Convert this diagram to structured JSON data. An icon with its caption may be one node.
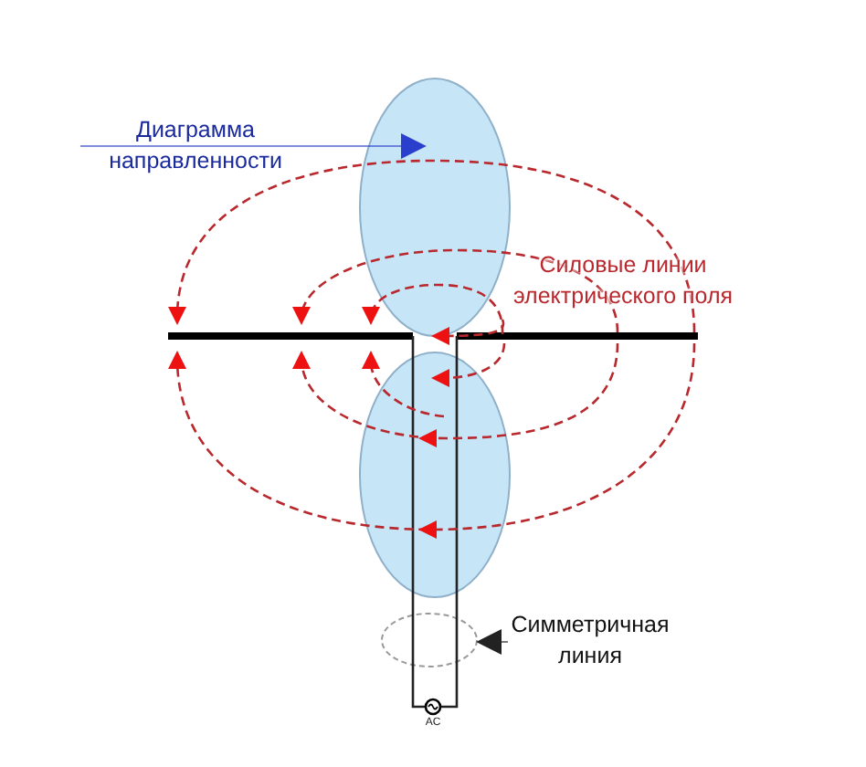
{
  "diagram": {
    "nodes": [
      {
        "text": [
          "Диаграмма направленности"
        ]
      },
      {
        "text": [],
        "shape": "ellipse"
      },
      {
        "text": [],
        "shape": "ellipse"
      },
      {
        "text": [
          "Симметричная линия"
        ]
      },
      {
        "text": [],
        "shape": "ellipse"
      }
    ],
    "edges": [
      {
        "from": 0,
        "to": 1,
        "arrow": "to",
        "color": "#2a3fcc"
      },
      {
        "from": 3,
        "to": 4,
        "arrow": "to",
        "color": "#222222"
      }
    ],
    "labels": [
      "Силовые линии электрического поля",
      "AC"
    ]
  }
}
